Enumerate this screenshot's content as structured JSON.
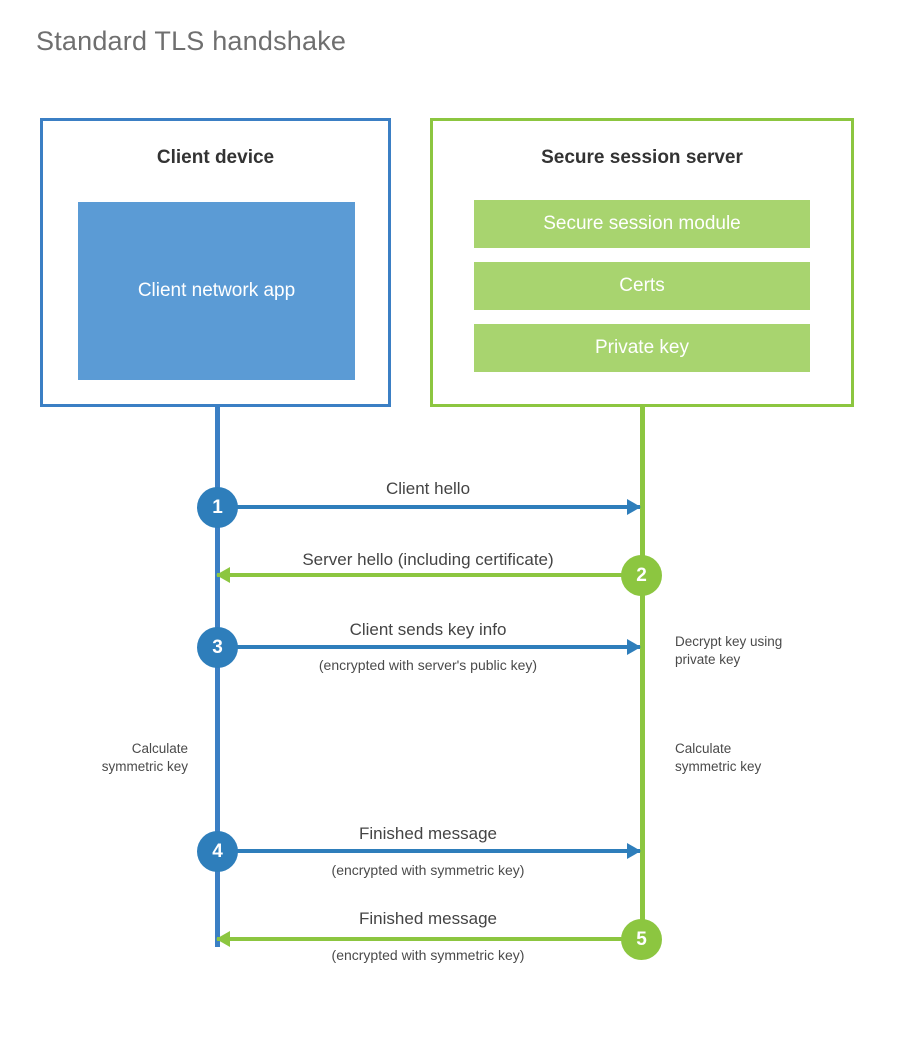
{
  "title": "Standard TLS handshake",
  "colors": {
    "client_accent": "#3b7fc4",
    "client_fill": "#5b9bd5",
    "client_circle": "#2e7ebb",
    "server_accent": "#8cc640",
    "server_fill": "#a8d46f",
    "title_text": "#6f6f6f",
    "body_text": "#444444",
    "background": "#ffffff"
  },
  "parties": {
    "client": {
      "title": "Client device",
      "app_label": "Client network app"
    },
    "server": {
      "title": "Secure session server",
      "modules": [
        "Secure session module",
        "Certs",
        "Private key"
      ]
    }
  },
  "steps": [
    {
      "number": "1",
      "direction": "client-to-server",
      "label": "Client hello",
      "sublabel": ""
    },
    {
      "number": "2",
      "direction": "server-to-client",
      "label": "Server hello (including certificate)",
      "sublabel": ""
    },
    {
      "number": "3",
      "direction": "client-to-server",
      "label": "Client sends key info",
      "sublabel": "(encrypted with server's public key)"
    },
    {
      "number": "4",
      "direction": "client-to-server",
      "label": "Finished message",
      "sublabel": "(encrypted with symmetric key)"
    },
    {
      "number": "5",
      "direction": "server-to-client",
      "label": "Finished message",
      "sublabel": "(encrypted with symmetric key)"
    }
  ],
  "notes": {
    "decrypt_key": "Decrypt key using\nprivate key",
    "decrypt_key_line1": "Decrypt key using",
    "decrypt_key_line2": "private key",
    "calculate_client_line1": "Calculate",
    "calculate_client_line2": "symmetric key",
    "calculate_server_line1": "Calculate",
    "calculate_server_line2": "symmetric key"
  }
}
